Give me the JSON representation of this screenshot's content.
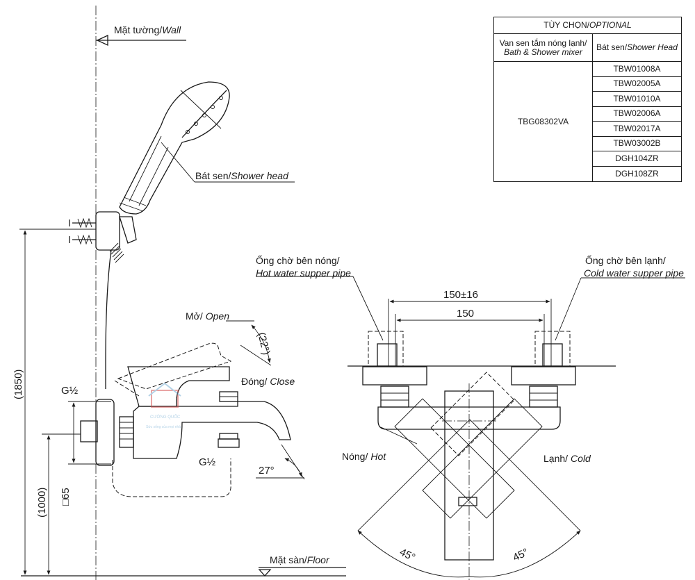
{
  "labels": {
    "wall_vi": "Mặt tường/",
    "wall_en": "Wall",
    "floor_vi": "Mặt sàn/",
    "floor_en": "Floor",
    "shower_head_vi": "Bát sen/",
    "shower_head_en": "Shower head",
    "open_vi": "Mở/",
    "open_en": "Open",
    "close_vi": "Đóng/",
    "close_en": "Close",
    "hot_pipe_vi": "Ống chờ bên nóng/",
    "hot_pipe_en": "Hot water supper pipe",
    "cold_pipe_vi": "Ống chờ bên lạnh/",
    "cold_pipe_en": "Cold water supper pipe",
    "hot_vi": "Nóng/",
    "hot_en": "Hot",
    "cold_vi": "Lạnh/",
    "cold_en": "Cold"
  },
  "dimensions": {
    "height_total": "(1850)",
    "height_mixer": "(1000)",
    "square_65": "□65",
    "thread_inlet": "G½",
    "thread_outlet": "G½",
    "angle_open": "22°",
    "angle_spout": "27°",
    "width_tolerance": "150±16",
    "width_nominal": "150",
    "angle_left": "45°",
    "angle_right": "45°"
  },
  "watermark": {
    "text": "CƯỜNG QUỐC",
    "slogan": "Sức sống của mọi nhà"
  },
  "option_table": {
    "title_vi": "TÙY CHỌN/",
    "title_en": "OPTIONAL",
    "col1_vi": "Van sen tắm nóng lạnh/",
    "col1_en": "Bath & Shower mixer",
    "col2_vi": "Bát sen/",
    "col2_en": "Shower Head",
    "mixer_model": "TBG08302VA",
    "shower_heads": [
      "TBW01008A",
      "TBW02005A",
      "TBW01010A",
      "TBW02006A",
      "TBW02017A",
      "TBW03002B",
      "DGH104ZR",
      "DGH108ZR"
    ]
  }
}
